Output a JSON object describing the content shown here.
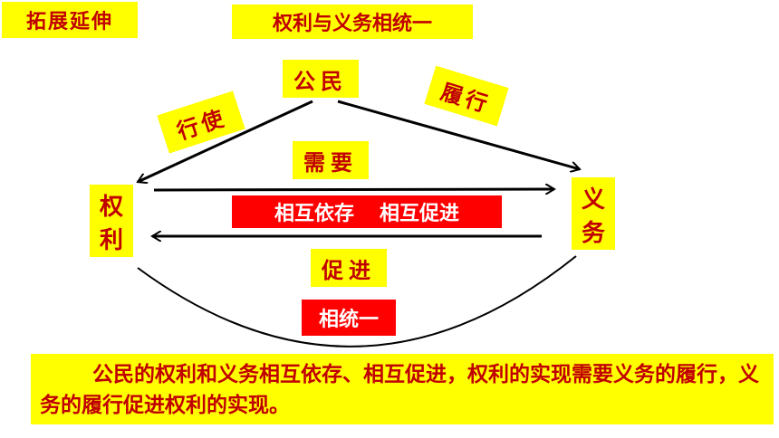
{
  "header": {
    "extension_label": "拓展延伸",
    "title": "权利与义务相统一"
  },
  "diagram": {
    "citizen": "公民",
    "exercise": "行使",
    "perform": "履行",
    "need": "需要",
    "rights_chars": [
      "权",
      "利"
    ],
    "duty_chars": [
      "义",
      "务"
    ],
    "mutual_1": "相互依存",
    "mutual_2": "相互促进",
    "promote": "促进",
    "unified": "相统一"
  },
  "summary": {
    "text": "公民的权利和义务相互依存、相互促进，权利的实现需要义务的履行，义务的履行促进权利的实现。"
  },
  "colors": {
    "highlight": "#ffff00",
    "text_red": "#c00000",
    "label_red": "#ff0000",
    "arrow": "#000000"
  }
}
